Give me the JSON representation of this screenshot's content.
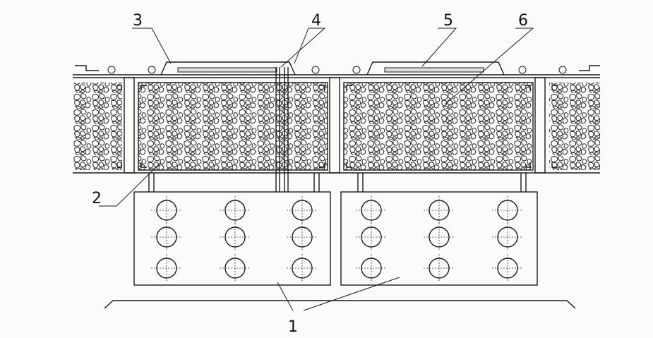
{
  "callouts": {
    "c1": "1",
    "c2": "2",
    "c3": "3",
    "c4": "4",
    "c5": "5",
    "c6": "6"
  },
  "colors": {
    "line": "#1a1a1a",
    "background": "#fbfbfa",
    "stone": "#222222"
  }
}
